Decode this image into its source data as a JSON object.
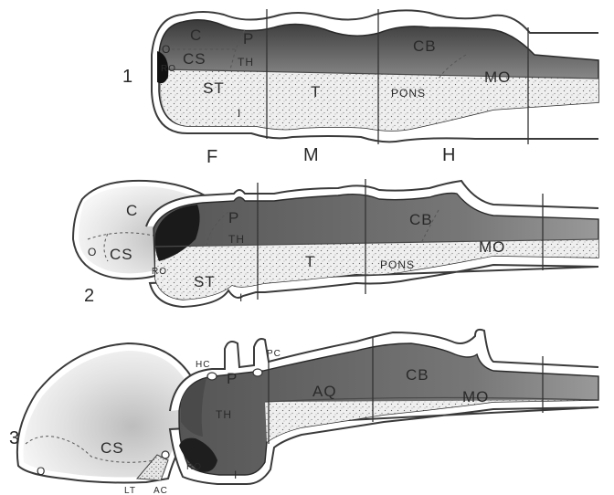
{
  "stage_labels": [
    "1",
    "2",
    "3"
  ],
  "division_labels": {
    "forebrain": "F",
    "midbrain": "M",
    "hindbrain": "H"
  },
  "stage1": {
    "c": "C",
    "p": "P",
    "o": "O",
    "cs": "CS",
    "th": "TH",
    "ro": "RO",
    "st": "ST",
    "t": "T",
    "pons": "PONS",
    "cb": "CB",
    "mo": "MO",
    "i": "I"
  },
  "stage2": {
    "c": "C",
    "o": "O",
    "cs": "CS",
    "ro": "RO",
    "st": "ST",
    "p": "P",
    "th": "TH",
    "t": "T",
    "pons": "PONS",
    "cb": "CB",
    "mo": "MO",
    "i": "I"
  },
  "stage3": {
    "o": "O",
    "cs": "CS",
    "lt": "LT",
    "ac": "AC",
    "hc": "HC",
    "pc": "PC",
    "p": "P",
    "th": "TH",
    "ro": "RO",
    "i": "I",
    "aq": "AQ",
    "cb": "CB",
    "mo": "MO"
  }
}
